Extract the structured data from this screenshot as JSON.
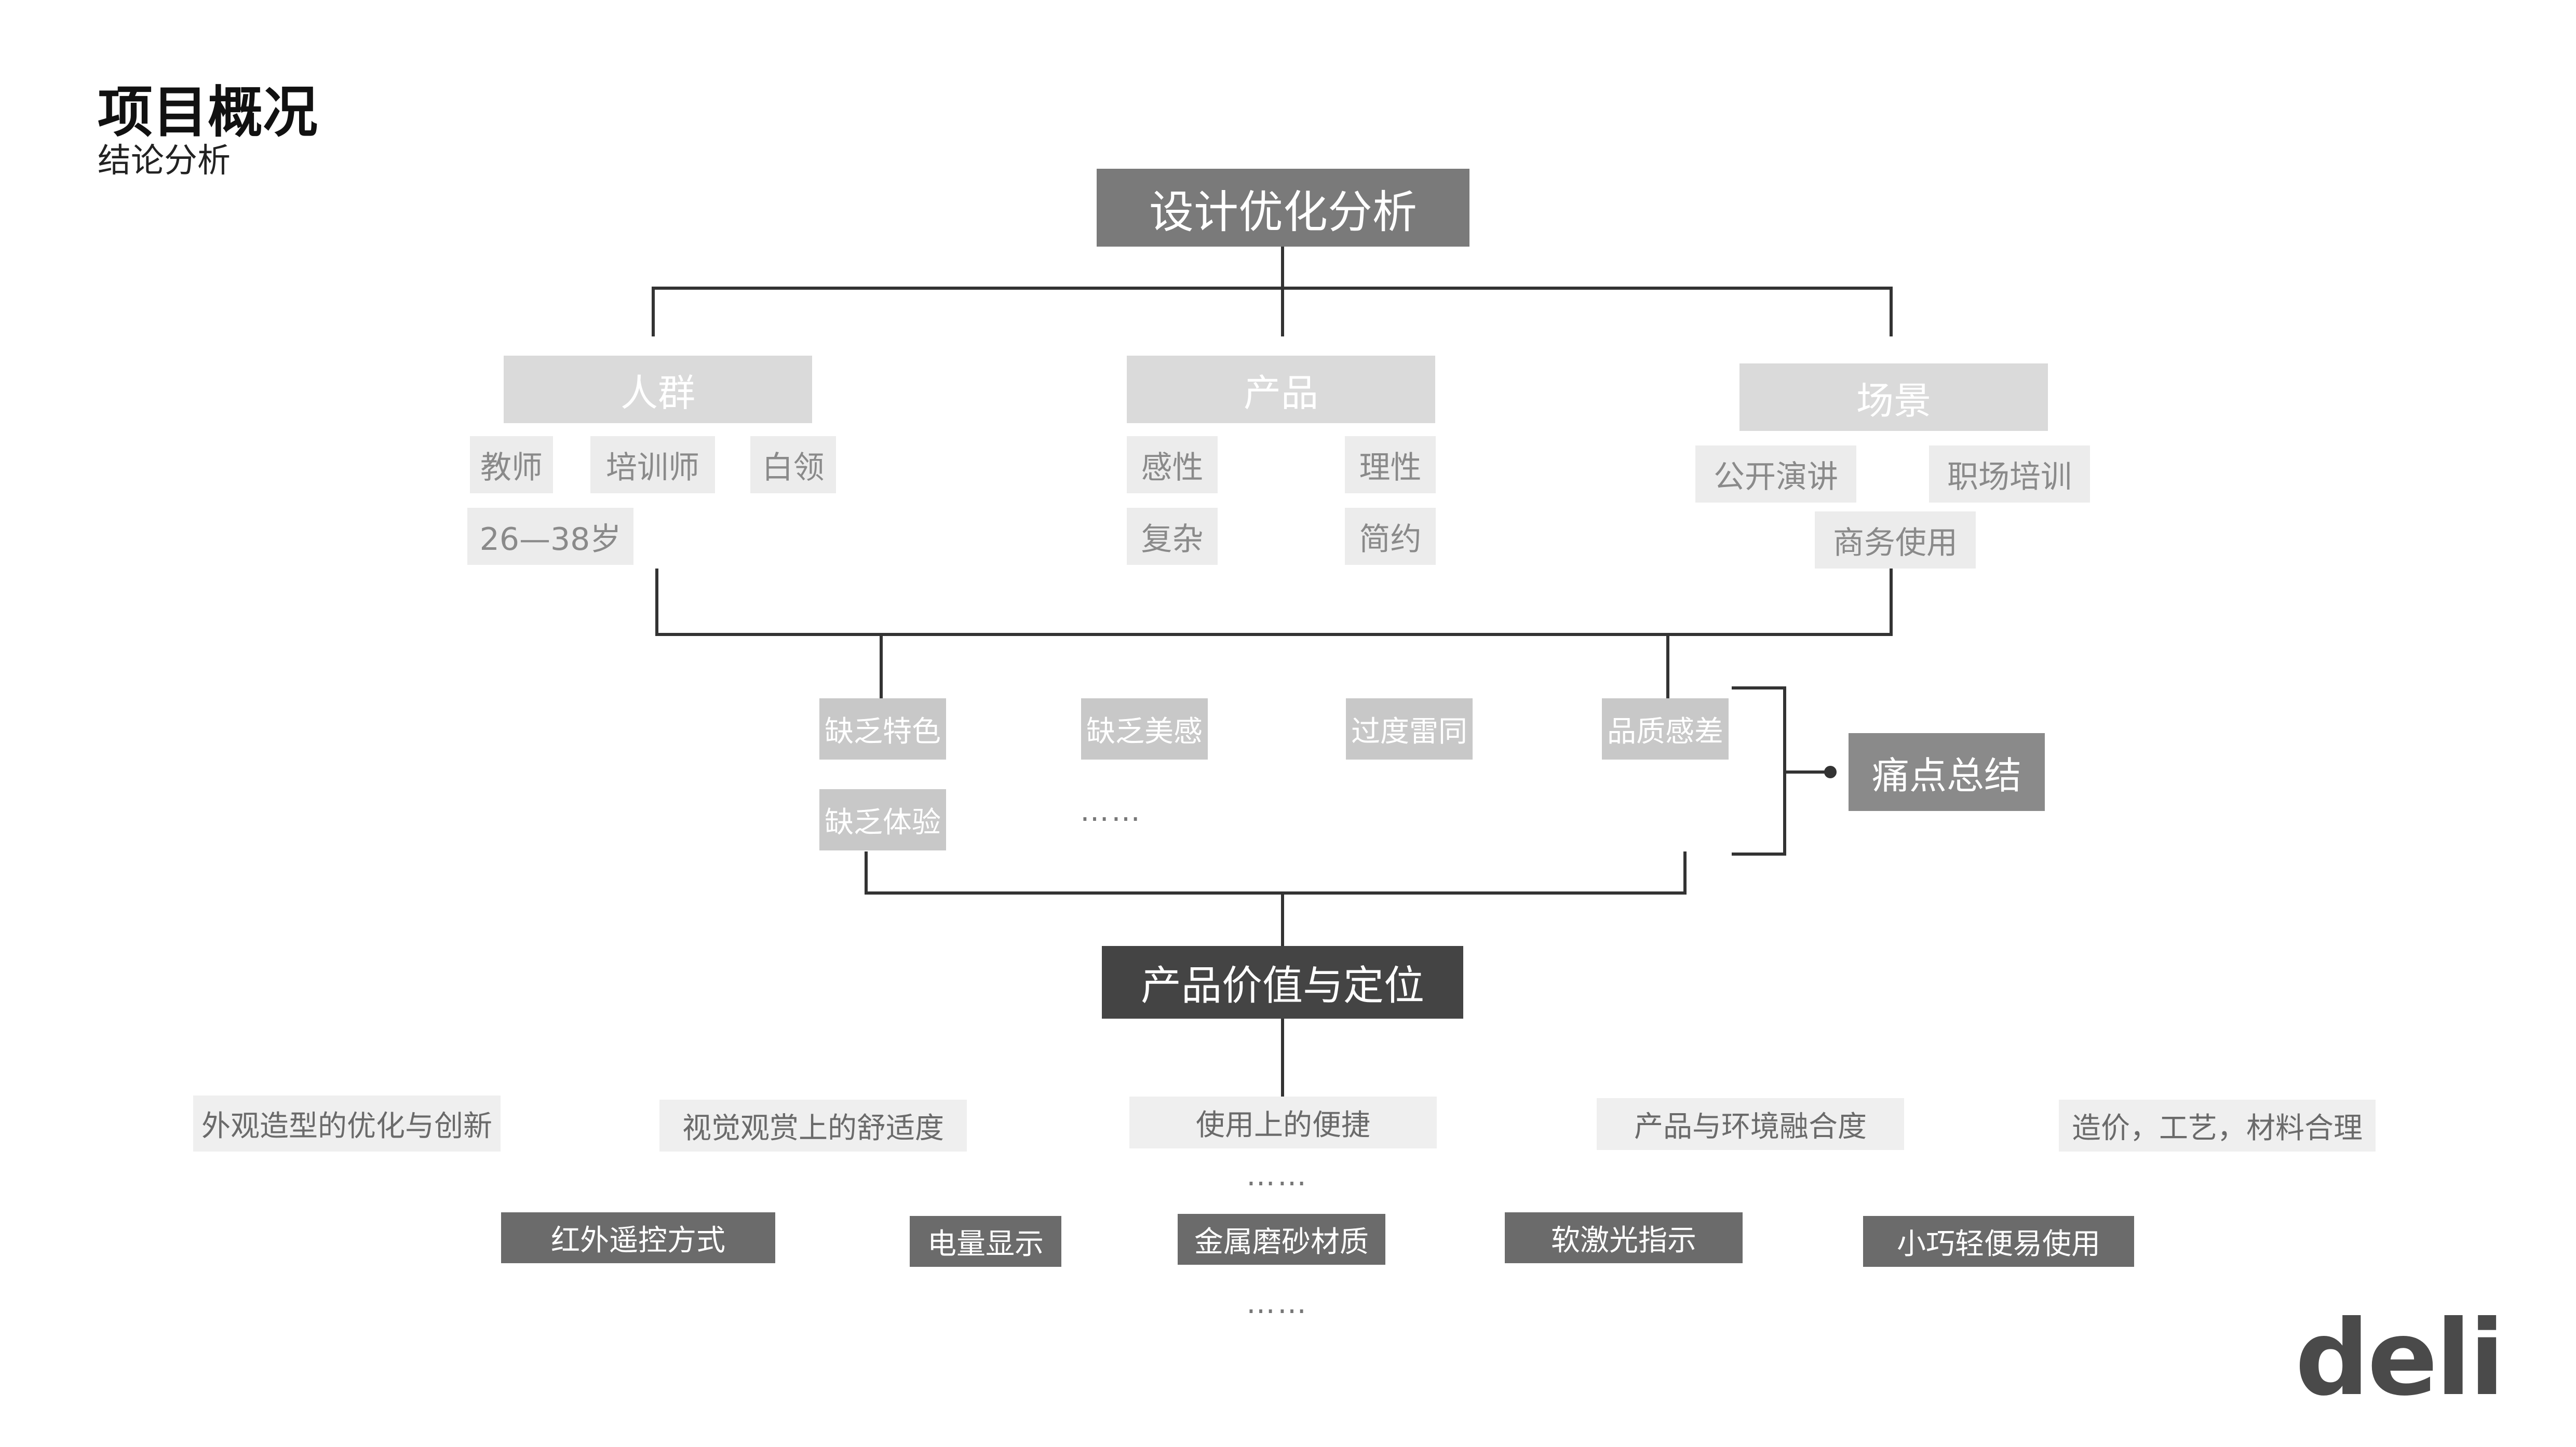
{
  "header": {
    "title": "项目概况",
    "subtitle": "结论分析"
  },
  "root": "设计优化分析",
  "categories": [
    {
      "label": "人群",
      "tags": [
        "教师",
        "培训师",
        "白领",
        "26—38岁"
      ]
    },
    {
      "label": "产品",
      "tags": [
        "感性",
        "理性",
        "复杂",
        "简约"
      ]
    },
    {
      "label": "场景",
      "tags": [
        "公开演讲",
        "职场培训",
        "商务使用"
      ]
    }
  ],
  "pain_points": [
    "缺乏特色",
    "缺乏美感",
    "过度雷同",
    "品质感差",
    "缺乏体验"
  ],
  "pain_ellipsis": "……",
  "pain_summary": "痛点总结",
  "value_title": "产品价值与定位",
  "aspects": [
    "外观造型的优化与创新",
    "视觉观赏上的舒适度",
    "使用上的便捷",
    "产品与环境融合度",
    "造价，工艺，材料合理"
  ],
  "aspects_ellipsis": "……",
  "features": [
    "红外遥控方式",
    "电量显示",
    "金属磨砂材质",
    "软激光指示",
    "小巧轻便易使用"
  ],
  "features_ellipsis": "……",
  "logo": "deli"
}
